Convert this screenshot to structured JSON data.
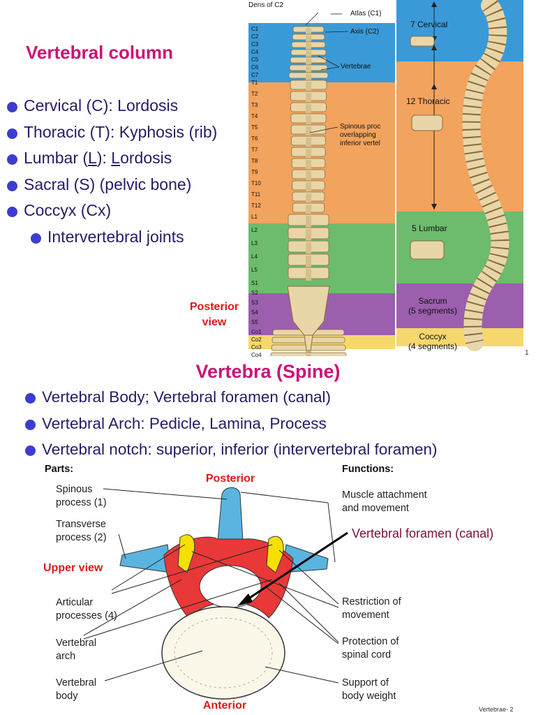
{
  "top": {
    "title": "Vertebral column",
    "bullets": [
      {
        "pre": "Cervical (C): Lordosis",
        "u": "",
        "post": ""
      },
      {
        "pre": "Thoracic (T): Kyphosis (rib)",
        "u": "",
        "post": ""
      },
      {
        "pre": "Lumbar (",
        "u": "L",
        "post": "): ",
        "u2": "L",
        "post2": "ordosis"
      },
      {
        "pre": "Sacral (S) (pelvic bone)",
        "u": "",
        "post": ""
      },
      {
        "pre": "Coccyx (Cx)",
        "u": "",
        "post": ""
      }
    ],
    "sub_bullet": "Intervertebral joints",
    "posterior_view": [
      "Posterior",
      "view"
    ],
    "page_number": "1"
  },
  "posterior_diagram": {
    "labels": {
      "dens": "Dens of C2",
      "atlas": "Atlas (C1)",
      "axis": "Axis (C2)",
      "vertebrae": "Vertebrae",
      "spinous": [
        "Spinous proc",
        "overlapping",
        "inferior vertel"
      ]
    },
    "vertebra_labels": [
      "C1",
      "C2",
      "C3",
      "C4",
      "C5",
      "C6",
      "C7",
      "T1",
      "T2",
      "T3",
      "T4",
      "T5",
      "T6",
      "T7",
      "T8",
      "T9",
      "T10",
      "T11",
      "T12",
      "L1",
      "L2",
      "L3",
      "L4",
      "L5",
      "S1",
      "S2",
      "S3",
      "S4",
      "S5",
      "Co1",
      "Co2",
      "Co3",
      "Co4"
    ],
    "colors": {
      "cervical": "#3a9ad8",
      "thoracic": "#f2a35e",
      "lumbar": "#6dbb6d",
      "sacral": "#9b5fae",
      "coccyx": "#f5d76e",
      "bone": "#e8d6a8",
      "bone_dark": "#b89a60"
    }
  },
  "lateral_diagram": {
    "regions": [
      {
        "label": "7 Cervical"
      },
      {
        "label": "12 Thoracic"
      },
      {
        "label": "5 Lumbar"
      },
      {
        "label": "Sacrum",
        "sub": "(5 segments)"
      },
      {
        "label": "Coccyx",
        "sub": "(4 segments)"
      }
    ]
  },
  "bottom": {
    "title": "Vertebra (Spine)",
    "bullets": [
      "Vertebral Body; Vertebral foramen (canal)",
      "Vertebral Arch: Pedicle, Lamina, Process",
      "Vertebral notch: superior, inferior (intervertebral foramen)"
    ],
    "parts_heading": "Parts:",
    "functions_heading": "Functions:",
    "posterior": "Posterior",
    "anterior": "Anterior",
    "upper_view": "Upper view",
    "foramen_label": "Vertebral foramen (canal)",
    "parts": [
      [
        "Spinous",
        "process (1)"
      ],
      [
        "Transverse",
        "process (2)"
      ],
      [
        "Articular",
        "processes (4)"
      ],
      [
        "Vertebral",
        "arch"
      ],
      [
        "Vertebral",
        "body"
      ]
    ],
    "functions": [
      [
        "Muscle attachment",
        "and movement"
      ],
      [
        "Restriction of",
        "movement"
      ],
      [
        "Protection of",
        "spinal cord"
      ],
      [
        "Support of",
        "body weight"
      ]
    ],
    "footer": "Vertebrae- 2",
    "colors": {
      "spinous": "#5ab4e0",
      "arch": "#e83838",
      "articular": "#f5e000",
      "body": "#fbf8ea"
    }
  }
}
